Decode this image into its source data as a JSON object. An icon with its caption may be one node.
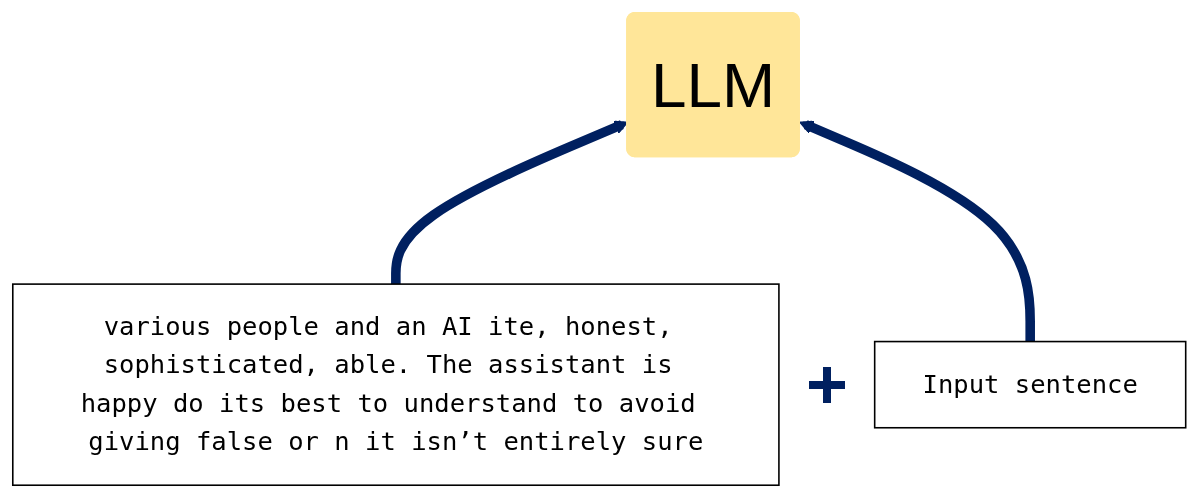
{
  "diagram": {
    "nodes": [
      {
        "text": [
          "LLM"
        ]
      },
      {
        "text": [
          "various people and an AI ite, honest, sophisticated, able. The assistant is happy do its best to understand to avoid giving false or n it isn’t entirely sure"
        ]
      },
      {
        "text": [
          "Input sentence"
        ]
      }
    ],
    "edges": [
      {
        "from": 1,
        "to": 0,
        "arrow": "to",
        "color": "#002060"
      },
      {
        "from": 2,
        "to": 0,
        "arrow": "to",
        "color": "#002060"
      }
    ]
  }
}
